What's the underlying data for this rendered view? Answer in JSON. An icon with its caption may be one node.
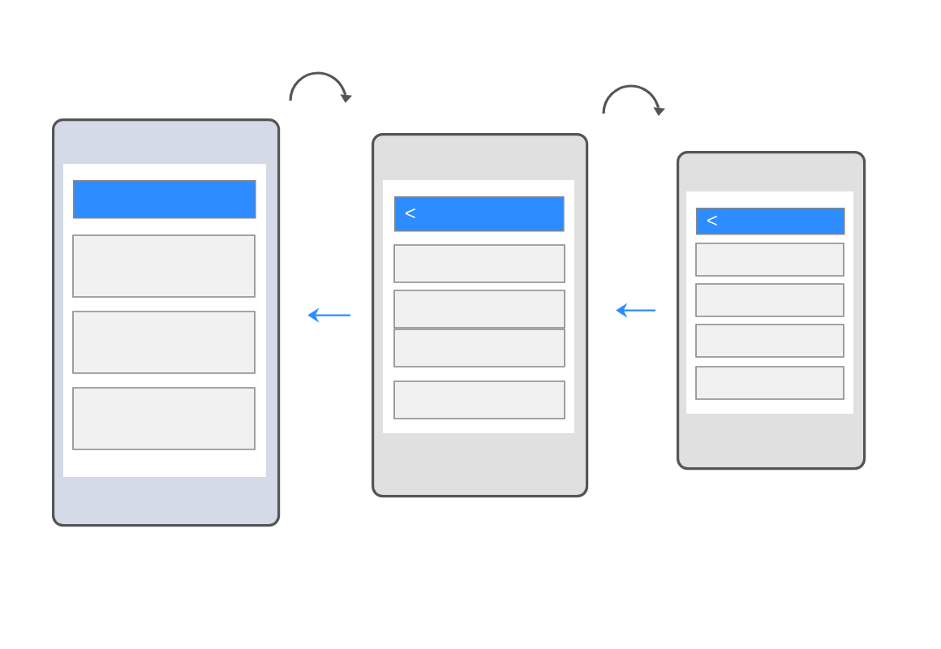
{
  "diagram": {
    "nodes": [
      {
        "text": [],
        "shape": "box"
      },
      {
        "text": [],
        "shape": "bar",
        "in": 0
      },
      {
        "text": [],
        "shape": "box"
      },
      {
        "text": [
          "<"
        ],
        "in": 2
      },
      {
        "text": [],
        "shape": "box"
      },
      {
        "text": [
          "<"
        ],
        "in": 4
      }
    ],
    "edges": [
      {
        "from": 4,
        "to": 2,
        "arrow": "to"
      },
      {
        "from": 2,
        "to": 0,
        "arrow": "to"
      }
    ]
  }
}
